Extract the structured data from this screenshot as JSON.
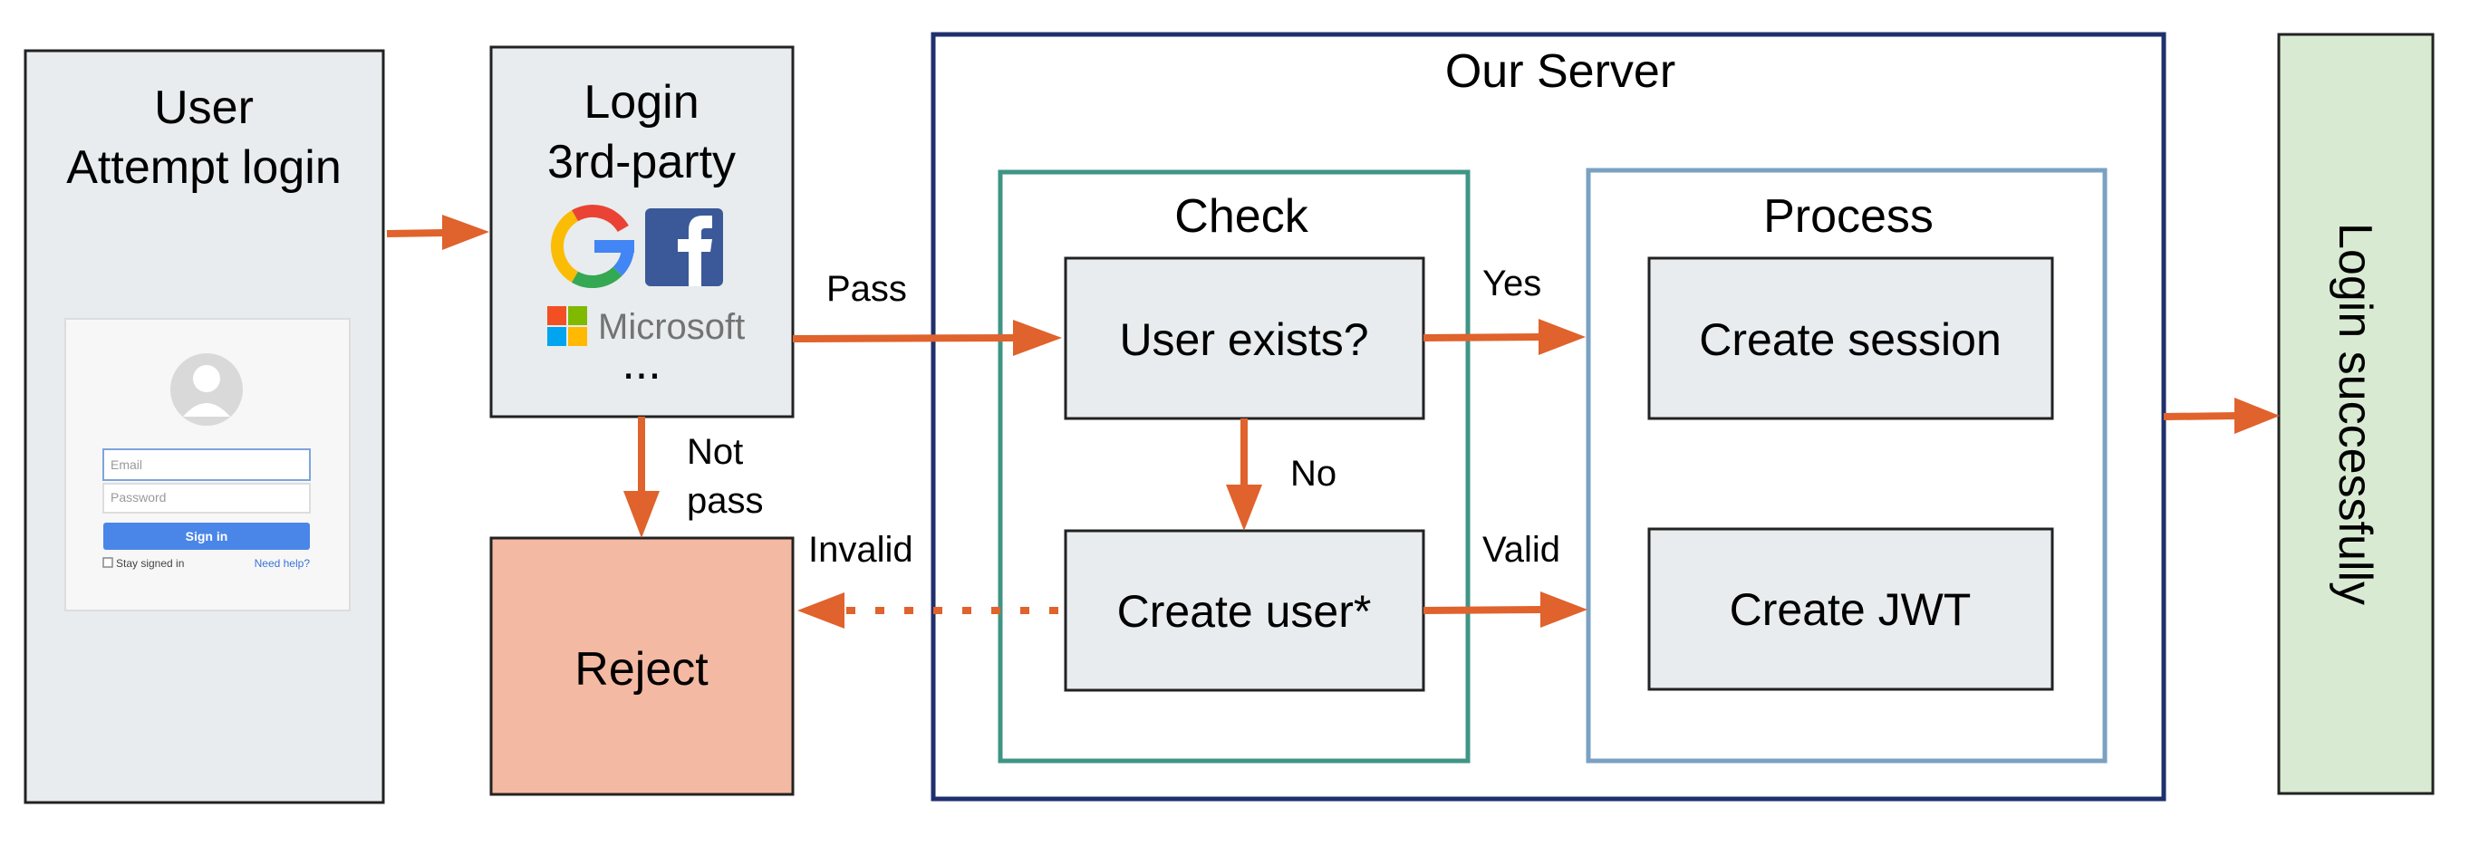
{
  "colors": {
    "arrow": "#e0622c",
    "grey_box": "#e8ecee",
    "reject_fill": "#f4b9a2",
    "success_fill": "#d9ead3",
    "server_border": "#1f2f6e",
    "check_border": "#3f9585",
    "process_border": "#7aa1c2"
  },
  "user_box": {
    "line1": "User",
    "line2": "Attempt login",
    "form": {
      "email_placeholder": "Email",
      "password_placeholder": "Password",
      "signin_label": "Sign in",
      "stay_signed_in": "Stay signed in",
      "need_help": "Need help?"
    }
  },
  "login_box": {
    "line1": "Login",
    "line2": "3rd-party",
    "google_icon": "google-g-logo",
    "facebook_icon": "facebook-f-logo",
    "microsoft_label": "Microsoft",
    "ellipsis": "..."
  },
  "server": {
    "title": "Our Server",
    "check": {
      "title": "Check",
      "user_exists": "User exists?",
      "create_user": "Create user*"
    },
    "process": {
      "title": "Process",
      "create_session": "Create session",
      "create_jwt": "Create JWT"
    }
  },
  "reject_box": {
    "label": "Reject"
  },
  "success_box": {
    "label": "Login successfully"
  },
  "edges": {
    "pass": "Pass",
    "not_pass_line1": "Not",
    "not_pass_line2": "pass",
    "yes": "Yes",
    "no": "No",
    "valid": "Valid",
    "invalid": "Invalid"
  }
}
